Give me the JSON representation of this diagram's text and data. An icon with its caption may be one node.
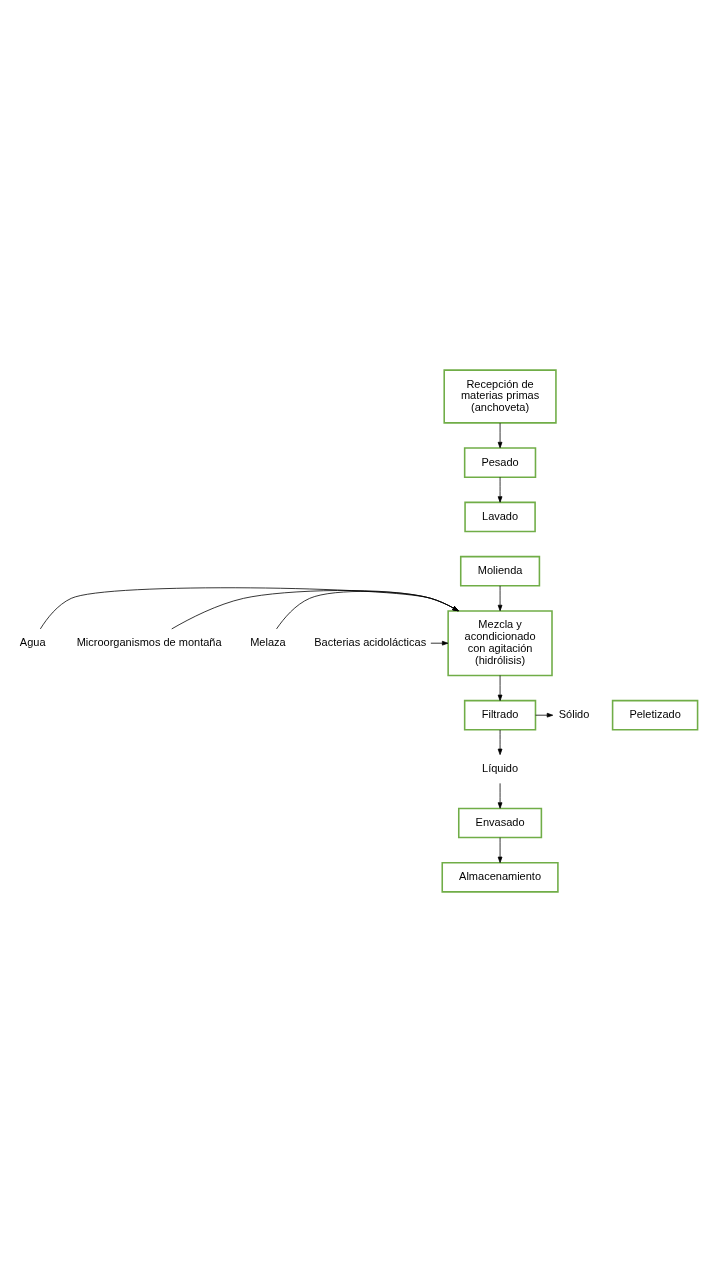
{
  "diagram": {
    "nodes": [
      {
        "text": [
          "Recepción de materias primas (anchoveta)"
        ]
      },
      {
        "text": [
          "Pesado"
        ]
      },
      {
        "text": [
          "Lavado"
        ]
      },
      {
        "text": [
          "Molienda"
        ]
      },
      {
        "text": [
          "Mezcla y acondicionado con agitación (hidrólisis)"
        ]
      },
      {
        "text": [
          "Agua"
        ]
      },
      {
        "text": [
          "Microorganismos de montaña"
        ]
      },
      {
        "text": [
          "Melaza"
        ]
      },
      {
        "text": [
          "Bacterias acidolácticas"
        ]
      },
      {
        "text": [
          "Filtrado"
        ]
      },
      {
        "text": [
          "Sólido"
        ]
      },
      {
        "text": [
          "Peletizado"
        ]
      },
      {
        "text": [
          "Líquido"
        ]
      },
      {
        "text": [
          "Envasado"
        ]
      },
      {
        "text": [
          "Almacenamiento"
        ]
      }
    ],
    "edges": [
      {
        "from": 0,
        "to": 1,
        "arrow": "to"
      },
      {
        "from": 1,
        "to": 2,
        "arrow": "to"
      },
      {
        "from": 3,
        "to": 4,
        "arrow": "to"
      },
      {
        "from": 5,
        "to": 4,
        "arrow": "to"
      },
      {
        "from": 6,
        "to": 4,
        "arrow": "to"
      },
      {
        "from": 7,
        "to": 4,
        "arrow": "to"
      },
      {
        "from": 8,
        "to": 4,
        "arrow": "to"
      },
      {
        "from": 4,
        "to": 9,
        "arrow": "to"
      },
      {
        "from": 9,
        "to": 10,
        "arrow": "to"
      },
      {
        "from": 9,
        "to": 12,
        "arrow": "to"
      },
      {
        "from": 12,
        "to": 13,
        "arrow": "to"
      },
      {
        "from": 13,
        "to": 14,
        "arrow": "to"
      }
    ]
  }
}
